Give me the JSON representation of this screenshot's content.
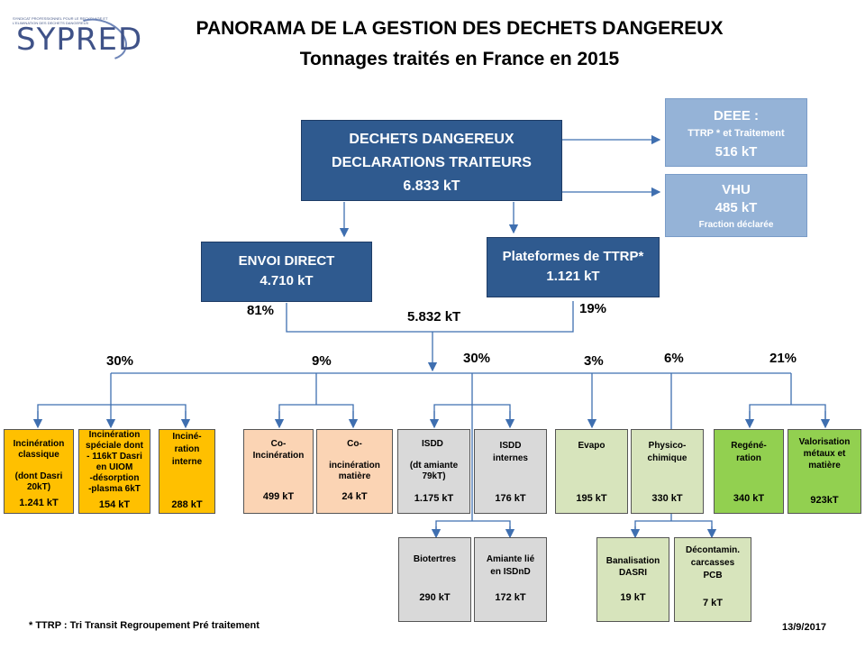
{
  "header": {
    "title_line1": "PANORAMA DE LA GESTION DES DECHETS DANGEREUX",
    "title_line2": "Tonnages traités en France en 2015",
    "logo_text": "SYPRED",
    "logo_subtitle": "SYNDICAT PROFESSIONNEL POUR LE RECYCLAGE ET L'ELIMINATION DES DECHETS DANGEREUX"
  },
  "main": {
    "line1": "DECHETS DANGEREUX",
    "line2": "DECLARATIONS TRAITEURS",
    "value": "6.833 kT"
  },
  "deee": {
    "title": "DEEE :",
    "sub": "TTRP * et Traitement",
    "value": "516 kT"
  },
  "vhu": {
    "title": "VHU",
    "value": "485 kT",
    "sub": "Fraction déclarée"
  },
  "envoi": {
    "title": "ENVOI DIRECT",
    "value": "4.710 kT",
    "pct": "81%"
  },
  "plateformes": {
    "title": "Plateformes de TTRP*",
    "value": "1.121 kT",
    "pct": "19%"
  },
  "total": "5.832 kT",
  "branch_pcts": [
    "30%",
    "9%",
    "30%",
    "3%",
    "6%",
    "21%"
  ],
  "boxes": {
    "inc_classique": {
      "lines": [
        "Incinération",
        "classique",
        "",
        "(dont Dasri",
        "20kT)"
      ],
      "value": "1.241 kT"
    },
    "inc_speciale": {
      "lines": [
        "Incinération",
        "spéciale dont",
        "- 116kT Dasri",
        "en UIOM",
        "-désorption",
        "-plasma 6kT"
      ],
      "value": "154 kT"
    },
    "inc_interne": {
      "lines": [
        "Inciné-",
        "ration",
        "interne"
      ],
      "value": "288 kT"
    },
    "co_inc": {
      "lines": [
        "Co-",
        "Incinération"
      ],
      "value": "499 kT"
    },
    "co_inc_matiere": {
      "lines": [
        "Co-",
        "",
        "incinération",
        "matière"
      ],
      "value": "24 kT"
    },
    "isdd": {
      "lines": [
        "ISDD",
        "",
        "(dt amiante",
        "79kT)"
      ],
      "value": "1.175 kT"
    },
    "isdd_internes": {
      "lines": [
        "ISDD",
        "internes"
      ],
      "value": "176 kT"
    },
    "evapo": {
      "lines": [
        "Evapo"
      ],
      "value": "195 kT"
    },
    "physico": {
      "lines": [
        "Physico-",
        "chimique"
      ],
      "value": "330 kT"
    },
    "regeneration": {
      "lines": [
        "Regéné-",
        "ration"
      ],
      "value": "340 kT"
    },
    "valorisation": {
      "lines": [
        "Valorisation",
        "métaux et",
        "matière"
      ],
      "value": "923kT"
    },
    "biotertres": {
      "lines": [
        "Biotertres"
      ],
      "value": "290 kT"
    },
    "amiante": {
      "lines": [
        "Amiante lié",
        "en ISDnD"
      ],
      "value": "172 kT"
    },
    "banalisation": {
      "lines": [
        "Banalisation",
        "DASRI"
      ],
      "value": "19 kT"
    },
    "decontamin": {
      "lines": [
        "Décontamin.",
        "carcasses",
        "PCB"
      ],
      "value": "7 kT"
    }
  },
  "footer": {
    "note": "* TTRP : Tri Transit Regroupement Pré traitement",
    "date": "13/9/2017"
  },
  "colors": {
    "dark_blue": "#2f5a8f",
    "light_blue": "#95b3d7",
    "yellow": "#ffc000",
    "peach": "#fbd4b4",
    "grey": "#d9d9d9",
    "pale_green": "#d7e4bc",
    "green": "#92d050"
  }
}
